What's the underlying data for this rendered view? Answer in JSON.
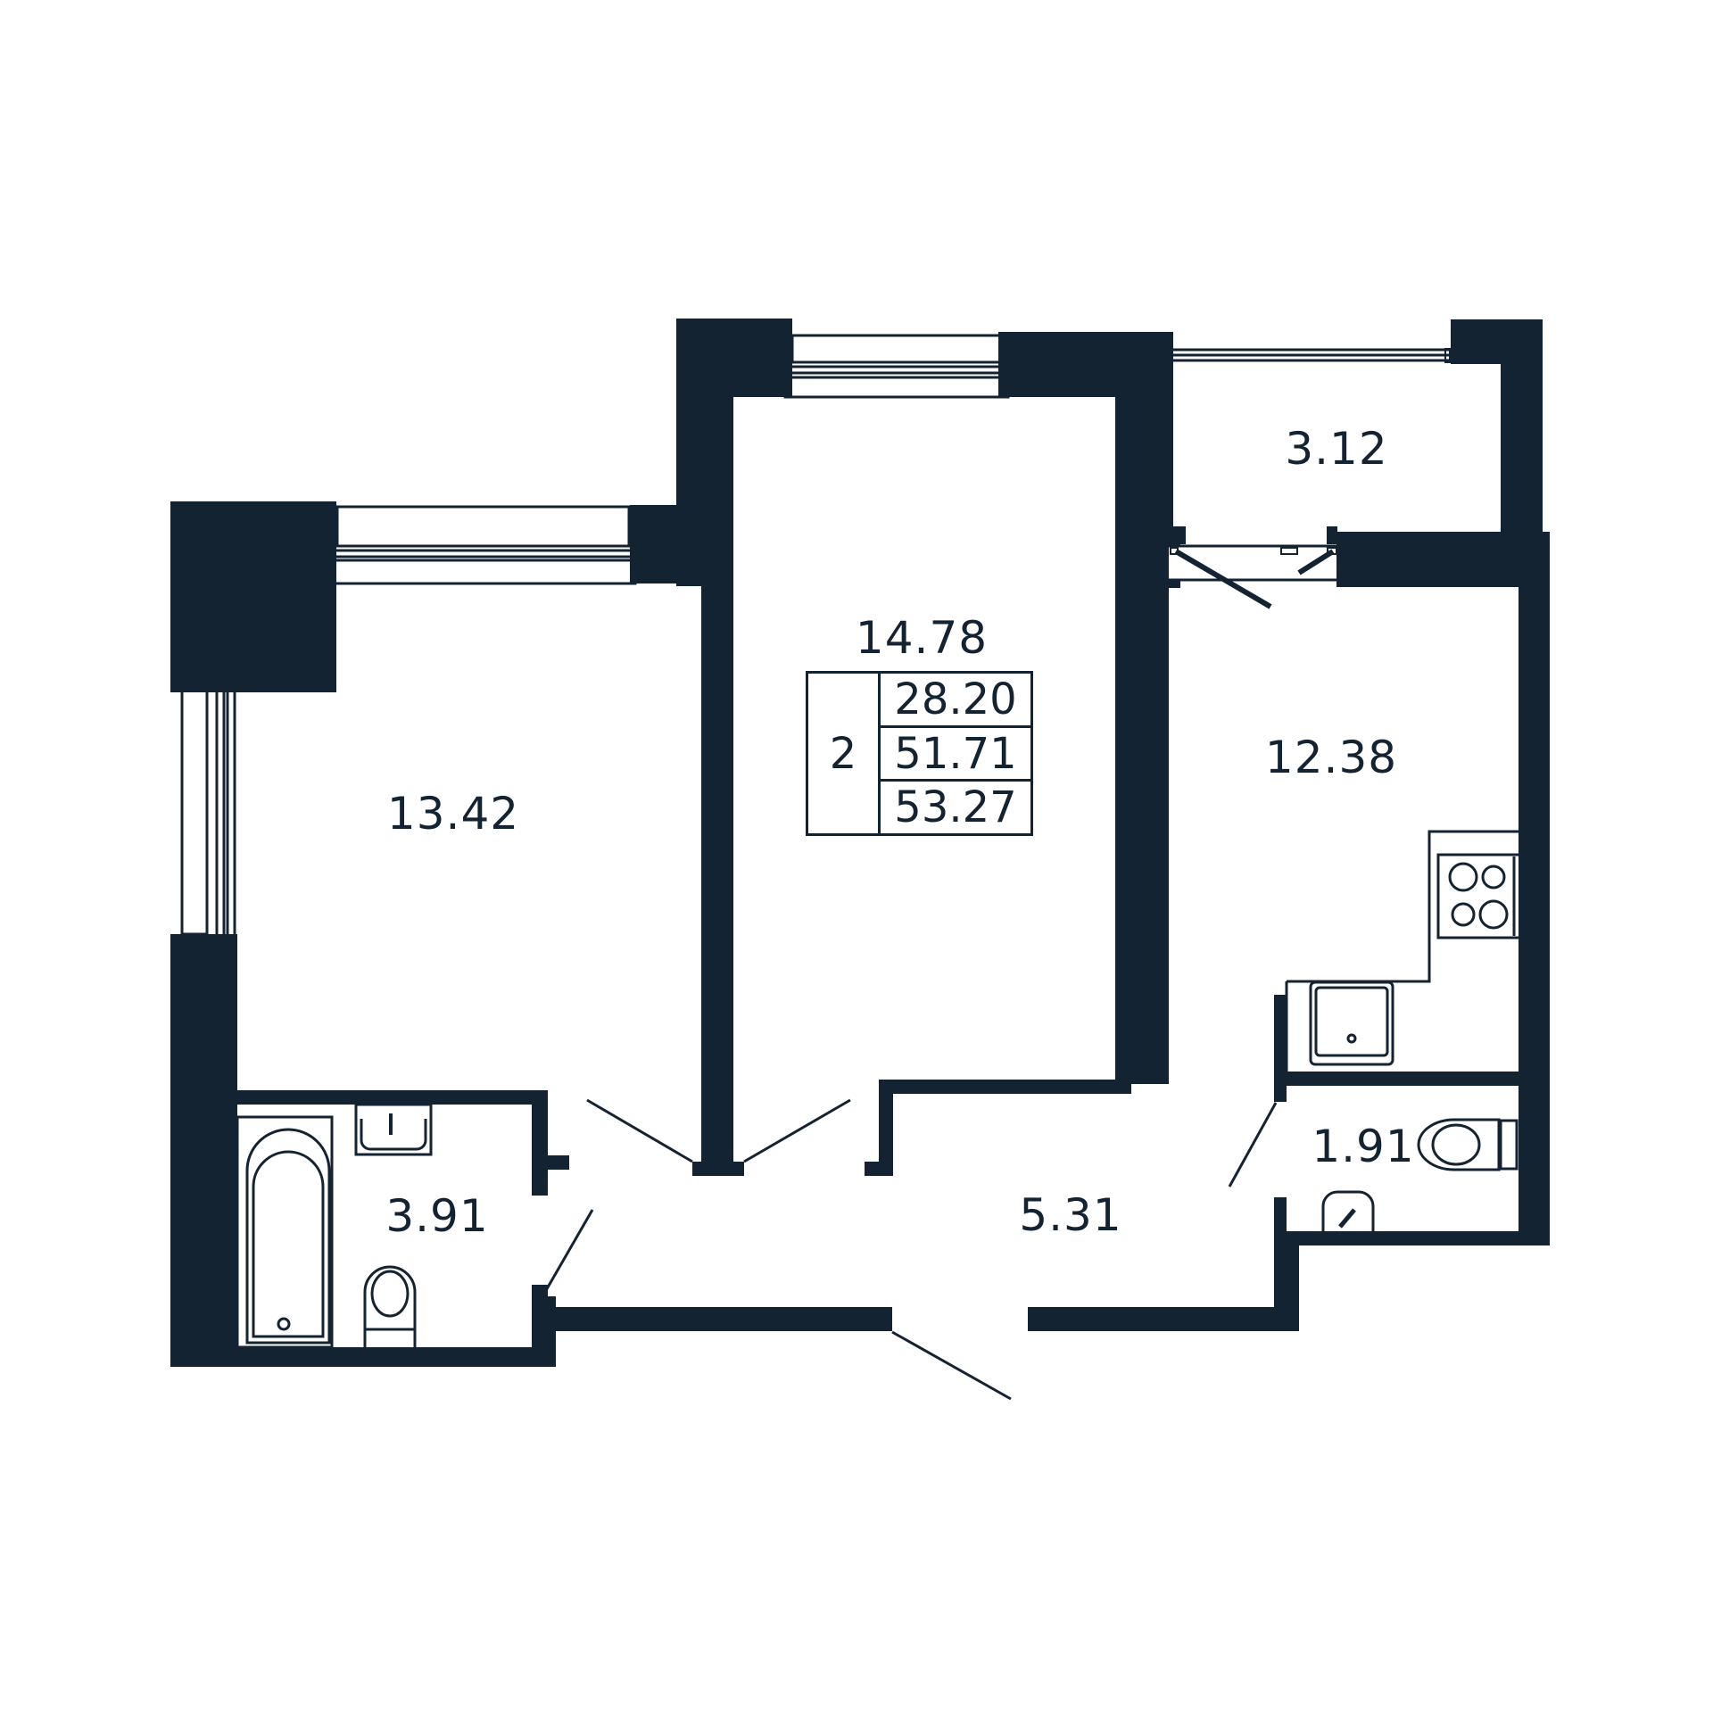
{
  "plan": {
    "colors": {
      "wall": "#142332",
      "background": "#ffffff"
    },
    "rooms": [
      {
        "id": "bedroom",
        "area": "13.42"
      },
      {
        "id": "living-room",
        "area": "14.78"
      },
      {
        "id": "kitchen",
        "area": "12.38"
      },
      {
        "id": "loggia",
        "area": "3.12"
      },
      {
        "id": "bathroom",
        "area": "3.91"
      },
      {
        "id": "hallway",
        "area": "5.31"
      },
      {
        "id": "toilet",
        "area": "1.91"
      }
    ],
    "summary": {
      "room_count": "2",
      "living_area": "28.20",
      "total_area": "51.71",
      "total_area_with_loggia": "53.27"
    }
  }
}
